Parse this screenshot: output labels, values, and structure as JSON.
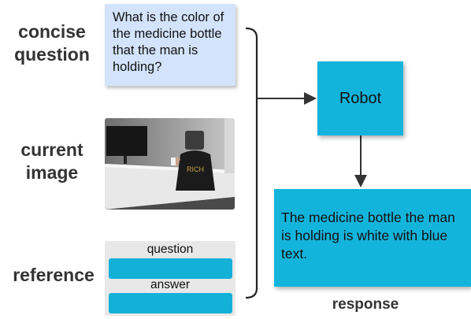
{
  "labels": {
    "question": "concise\nquestion",
    "image": "current\nimage",
    "reference": "reference"
  },
  "question": "What is the color of the medicine bottle that the man is holding?",
  "reference": {
    "question_label": "question",
    "answer_label": "answer"
  },
  "robot": "Robot",
  "response": {
    "text": "The medicine bottle the man is holding is white with blue text.",
    "caption": "response"
  },
  "colors": {
    "question_card": "#d3e3fb",
    "cyan": "#13b4dc",
    "reference_panel": "#e8e8e8",
    "label_text": "#333333"
  },
  "image_subject": "photo-of-man-at-table"
}
